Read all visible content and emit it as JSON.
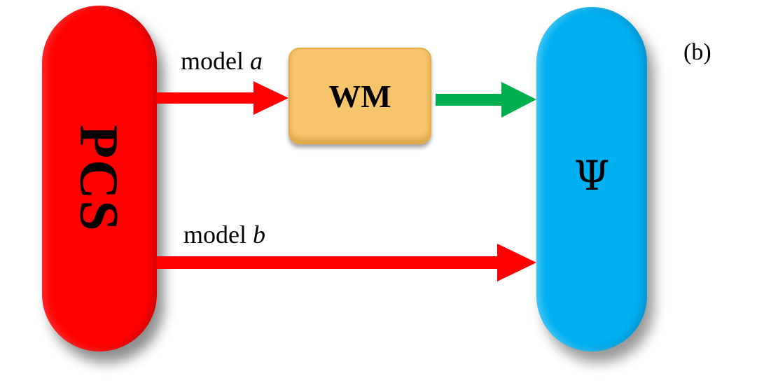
{
  "nodes": {
    "pcs": {
      "label": "PCS",
      "color": "#ff0000"
    },
    "psi": {
      "label": "Ψ",
      "color": "#00b0f0"
    },
    "wm": {
      "label": "WM",
      "color": "#f6c56b"
    }
  },
  "edges": {
    "model_a": {
      "label_prefix": "model",
      "label_var": "a",
      "color": "#ff0000",
      "from": "PCS",
      "to": "WM"
    },
    "wm_to_psi": {
      "color": "#00b050",
      "from": "WM",
      "to": "Ψ"
    },
    "model_b": {
      "label_prefix": "model",
      "label_var": "b",
      "color": "#ff0000",
      "from": "PCS",
      "to": "Ψ"
    }
  },
  "panel_tag": "(b)"
}
